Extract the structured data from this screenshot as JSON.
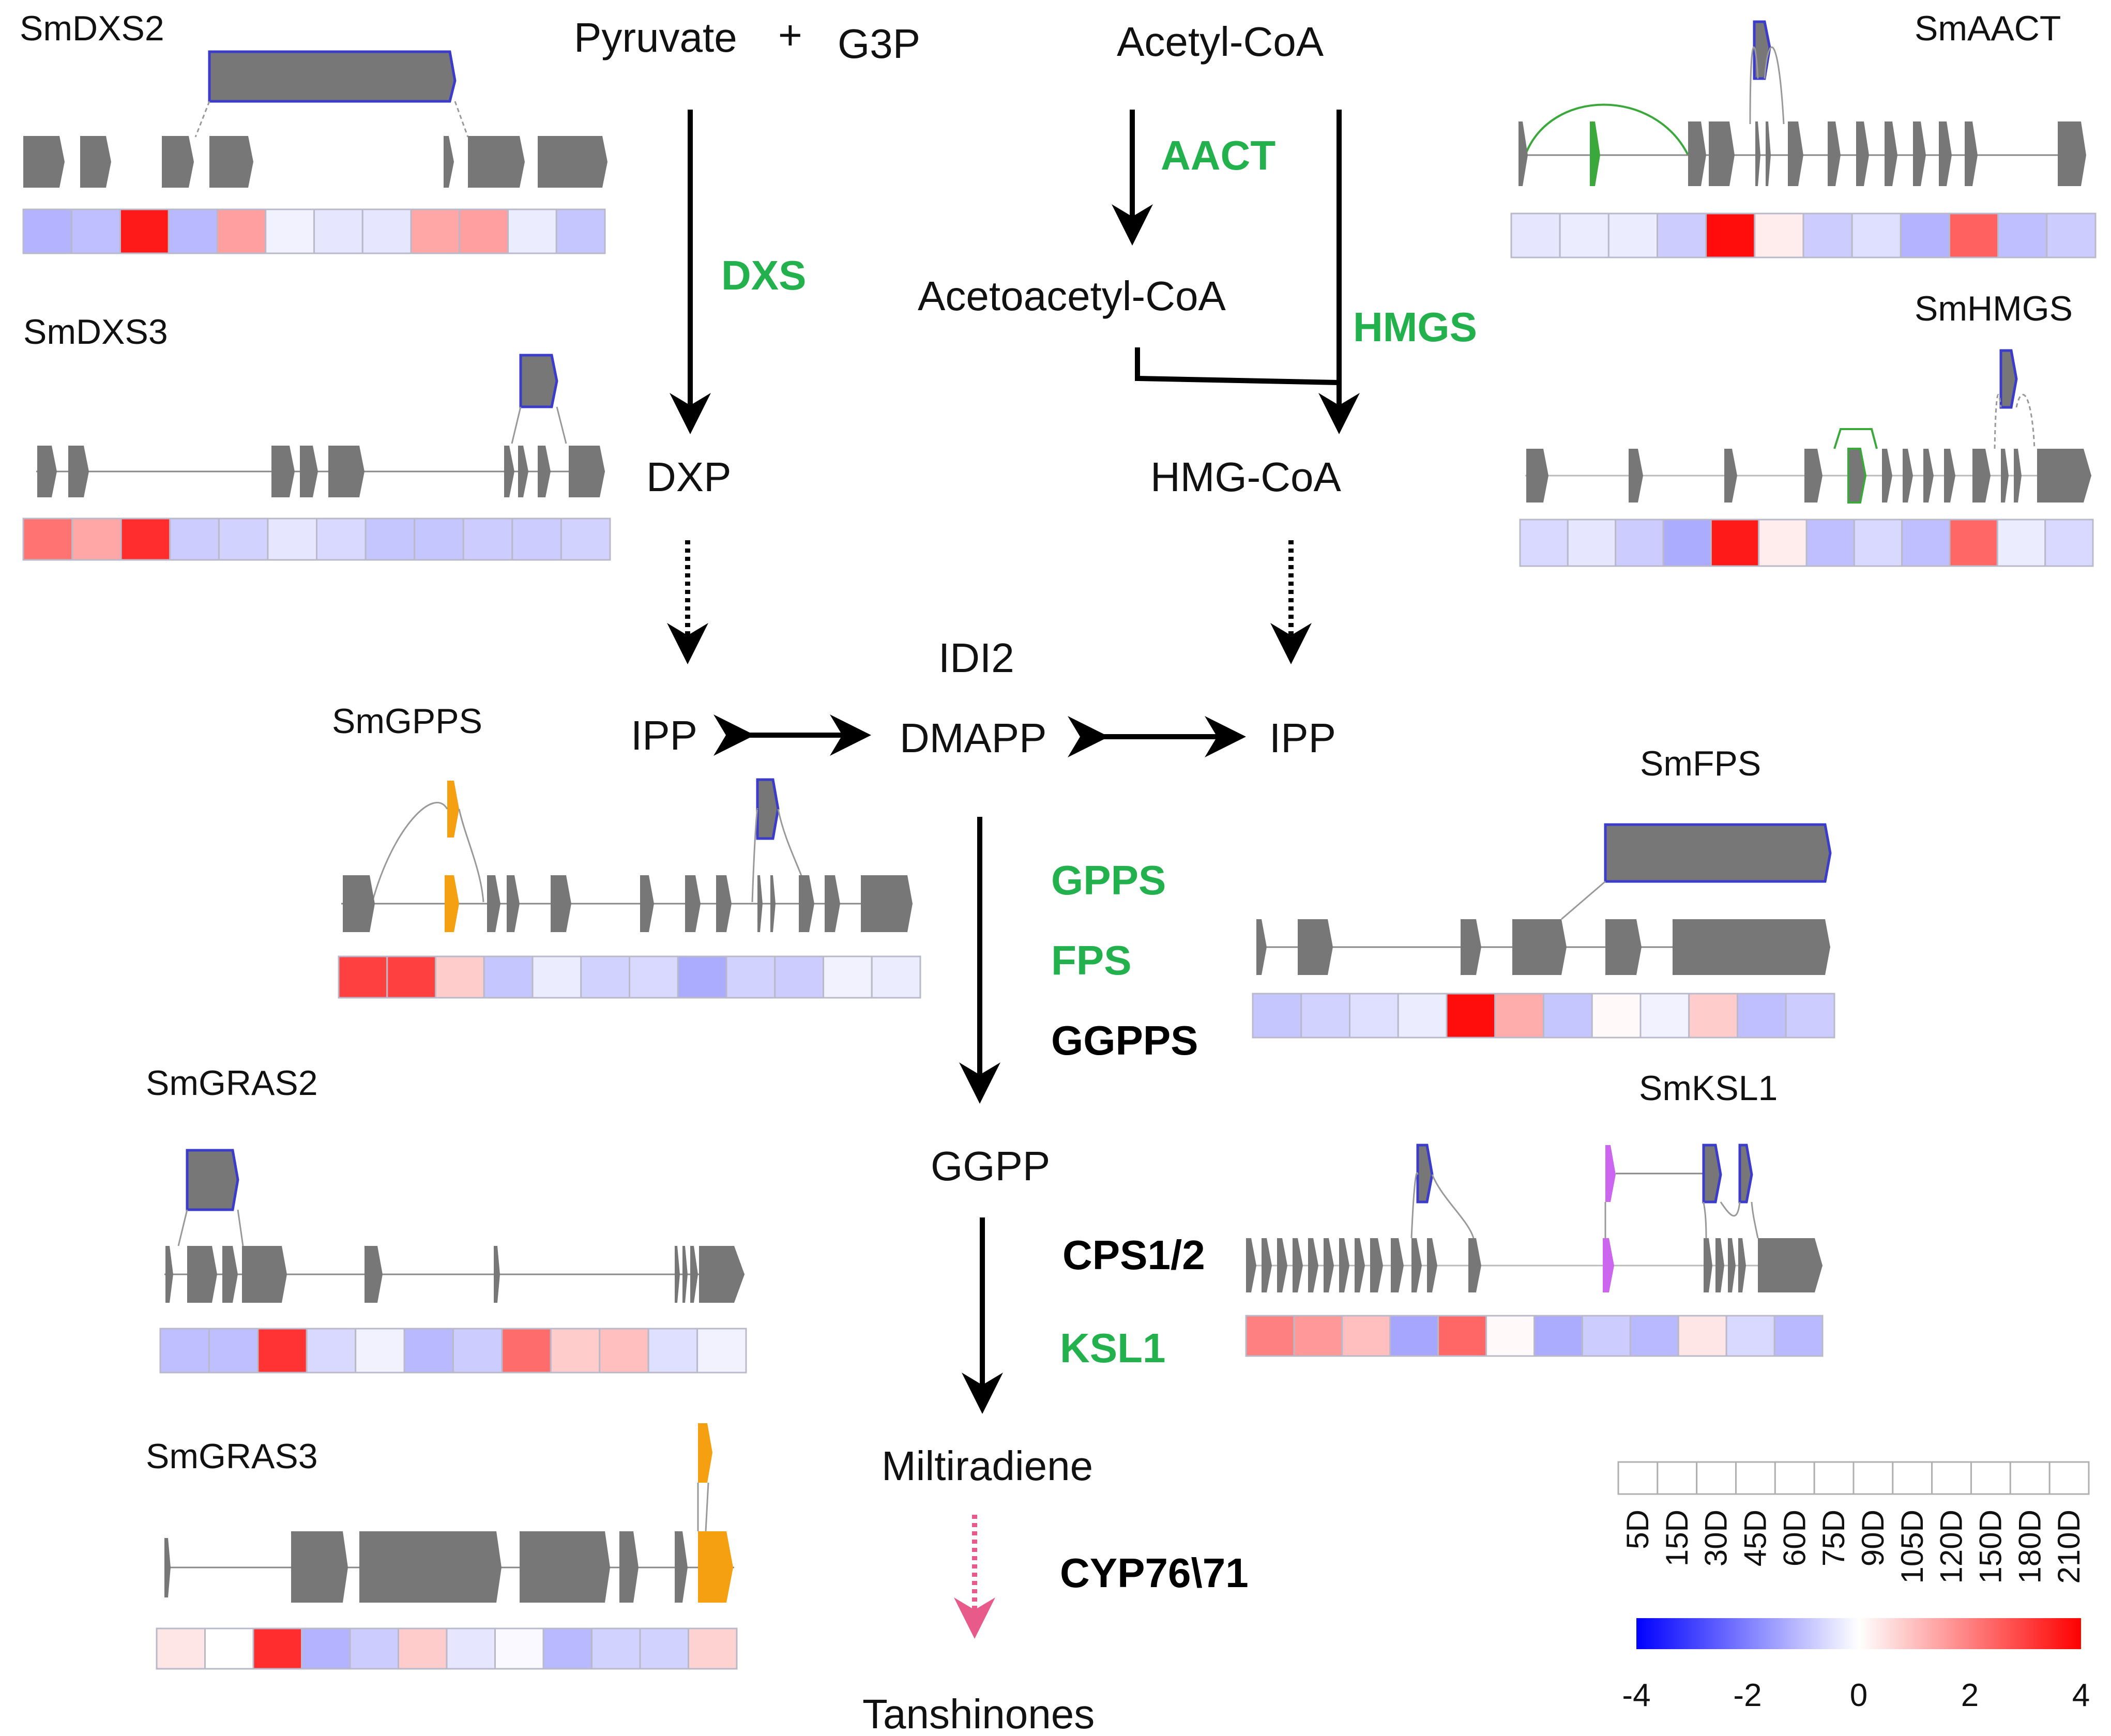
{
  "metabolites": {
    "pyruvate": "Pyruvate",
    "plus": "+",
    "g3p": "G3P",
    "acetyl_coa": "Acetyl-CoA",
    "acetoacetyl_coa": "Acetoacetyl-CoA",
    "dxp": "DXP",
    "hmg_coa": "HMG-CoA",
    "idi2": "IDI2",
    "ipp_left": "IPP",
    "dmapp": "DMAPP",
    "ipp_right": "IPP",
    "ggpp": "GGPP",
    "miltiradiene": "Miltiradiene",
    "tanshinones": "Tanshinones"
  },
  "enzymes": {
    "dxs": "DXS",
    "aact": "AACT",
    "hmgs": "HMGS",
    "gpps": "GPPS",
    "fps": "FPS",
    "ggpps": "GGPPS",
    "cps": "CPS1/2",
    "ksl1": "KSL1",
    "cyp": "CYP76\\71"
  },
  "colors": {
    "highlight_enzyme": "#22b14c",
    "black_enzyme": "#000000",
    "exon": "#777777",
    "isoform_border": "#3b3bcc",
    "orange_exon": "#f5a010",
    "purple_exon": "#cc66ee",
    "green_exon": "#3aa83a",
    "cyp_arrow": "#e85a8a",
    "scale_low": "#0000ff",
    "scale_mid": "#ffffff",
    "scale_high": "#ff0000"
  },
  "genes": [
    {
      "name": "SmDXS2",
      "heatmap": [
        -1.2,
        -1.0,
        3.6,
        -1.1,
        1.5,
        -0.2,
        -0.4,
        -0.4,
        1.4,
        1.5,
        -0.3,
        -0.9
      ]
    },
    {
      "name": "SmDXS3",
      "heatmap": [
        2.2,
        1.4,
        3.3,
        -0.8,
        -0.7,
        -0.4,
        -0.6,
        -0.9,
        -0.9,
        -0.8,
        -0.8,
        -0.7
      ]
    },
    {
      "name": "SmAACT",
      "heatmap": [
        -0.4,
        -0.3,
        -0.3,
        -0.8,
        3.8,
        0.3,
        -0.8,
        -0.5,
        -1.2,
        2.5,
        -1.0,
        -0.8
      ]
    },
    {
      "name": "SmHMGS",
      "heatmap": [
        -0.6,
        -0.4,
        -0.8,
        -1.3,
        3.6,
        0.3,
        -1.0,
        -0.6,
        -1.0,
        2.4,
        -0.3,
        -0.6
      ]
    },
    {
      "name": "SmGPPS",
      "heatmap": [
        3.0,
        3.0,
        0.8,
        -0.9,
        -0.3,
        -0.7,
        -0.6,
        -1.3,
        -0.7,
        -0.8,
        -0.2,
        -0.3
      ]
    },
    {
      "name": "SmFPS",
      "heatmap": [
        -0.9,
        -0.7,
        -0.5,
        -0.3,
        3.8,
        1.3,
        -0.9,
        0.1,
        -0.2,
        0.8,
        -1.0,
        -0.8
      ]
    },
    {
      "name": "SmGRAS2",
      "heatmap": [
        -1.0,
        -1.0,
        3.2,
        -0.6,
        -0.2,
        -1.1,
        -0.8,
        2.3,
        0.8,
        1.0,
        -0.5,
        -0.2
      ]
    },
    {
      "name": "SmKSL1",
      "heatmap": [
        2.0,
        1.6,
        1.0,
        -1.4,
        2.4,
        0.1,
        -1.3,
        -0.8,
        -1.1,
        0.4,
        -0.6,
        -1.1
      ]
    },
    {
      "name": "SmGRAS3",
      "heatmap": [
        0.4,
        0.0,
        3.3,
        -1.2,
        -0.8,
        0.8,
        -0.4,
        -0.1,
        -1.1,
        -0.7,
        -0.7,
        0.7
      ]
    }
  ],
  "legend": {
    "timepoints": [
      "5D",
      "15D",
      "30D",
      "45D",
      "60D",
      "75D",
      "90D",
      "105D",
      "120D",
      "150D",
      "180D",
      "210D"
    ],
    "scale_ticks": [
      "-4",
      "-2",
      "0",
      "2",
      "4"
    ],
    "scale_min": -4,
    "scale_max": 4
  }
}
